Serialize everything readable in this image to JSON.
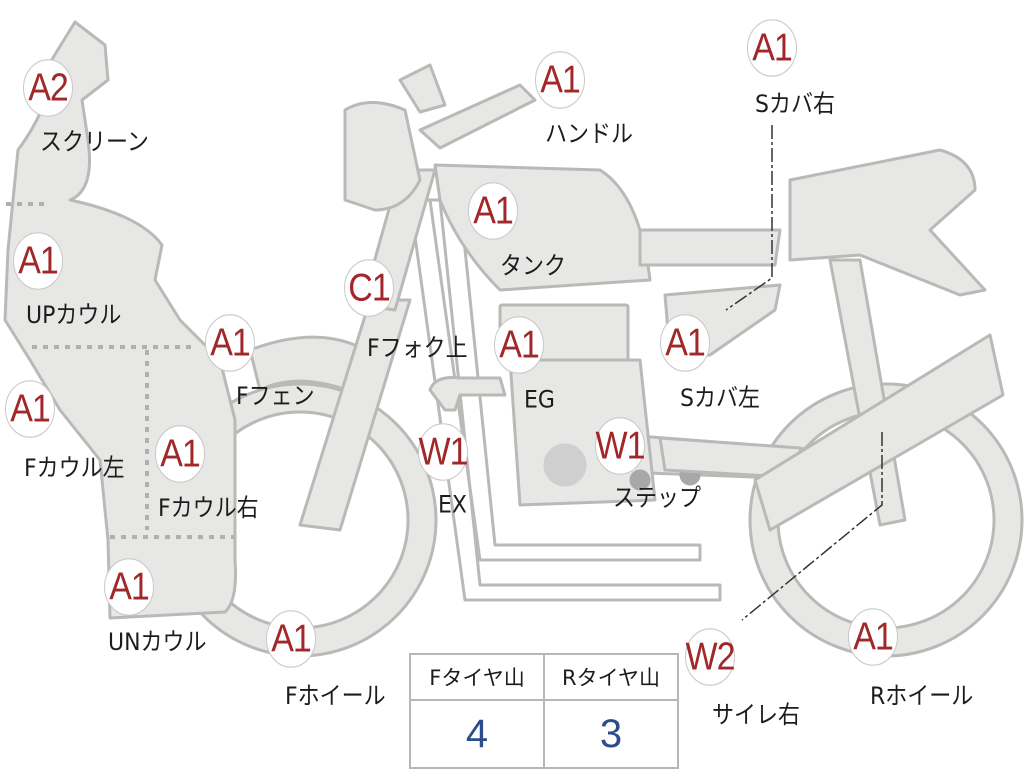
{
  "parts": [
    {
      "code": "A2",
      "label": "スクリーン"
    },
    {
      "code": "A1",
      "label": "UPカウル"
    },
    {
      "code": "A1",
      "label": "Fカウル左"
    },
    {
      "code": "A1",
      "label": "Fカウル右"
    },
    {
      "code": "A1",
      "label": "UNカウル"
    },
    {
      "code": "A1",
      "label": "Fフェン"
    },
    {
      "code": "A1",
      "label": "Fホイール"
    },
    {
      "code": "C1",
      "label": "Fフォク上"
    },
    {
      "code": "A1",
      "label": "ハンドル"
    },
    {
      "code": "A1",
      "label": "タンク"
    },
    {
      "code": "A1",
      "label": "EG"
    },
    {
      "code": "W1",
      "label": "EX"
    },
    {
      "code": "W1",
      "label": "ステップ"
    },
    {
      "code": "A1",
      "label": "Sカバ左"
    },
    {
      "code": "A1",
      "label": "Sカバ右"
    },
    {
      "code": "W2",
      "label": "サイレ右"
    },
    {
      "code": "A1",
      "label": "Rホイール"
    }
  ],
  "tread_table": {
    "front_header": "Fタイヤ山",
    "rear_header": "Rタイヤ山",
    "front_value": "4",
    "rear_value": "3"
  },
  "colors": {
    "body_fill": "#e7e7e5",
    "outline": "#b9b9b7",
    "badge_text": "#a1282a",
    "table_value": "#2c4c8c"
  }
}
